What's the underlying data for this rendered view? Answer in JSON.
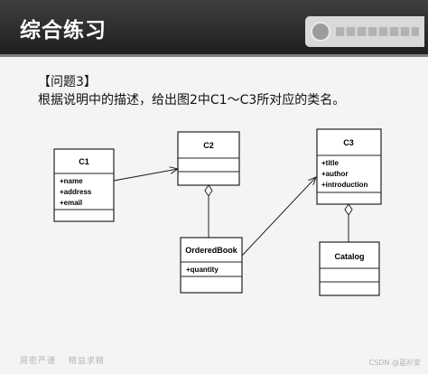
{
  "header": {
    "title": "综合练习"
  },
  "question": {
    "label": "【问题3】",
    "instruction": "根据说明中的描述，给出图2中C1～C3所对应的类名。"
  },
  "diagram": {
    "classes": {
      "c1": {
        "name": "C1",
        "attributes": [
          "+name",
          "+address",
          "+email"
        ]
      },
      "c2": {
        "name": "C2",
        "attributes": []
      },
      "c3": {
        "name": "C3",
        "attributes": [
          "+title",
          "+author",
          "+introduction"
        ]
      },
      "ordered_book": {
        "name": "OrderedBook",
        "attributes": [
          "+quantity"
        ]
      },
      "catalog": {
        "name": "Catalog",
        "attributes": []
      }
    }
  },
  "footer": {
    "left": "周密严谨",
    "right": "精益求精"
  },
  "watermark": "CSDN @蓝衫安"
}
